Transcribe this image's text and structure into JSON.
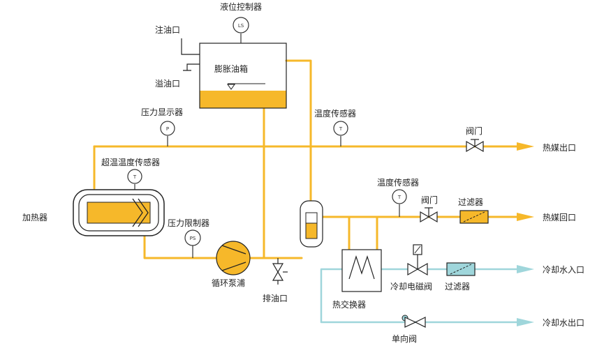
{
  "labels": {
    "level_controller": "液位控制器",
    "fill_port": "注油口",
    "overflow_port": "溢油口",
    "expansion_tank": "膨胀油箱",
    "pressure_display": "压力显示器",
    "temp_sensor_1": "温度传感器",
    "valve_1": "阀门",
    "hot_media_out": "热媒出口",
    "over_temp_sensor": "超温温度传感器",
    "temp_sensor_2": "温度传感器",
    "heater": "加热器",
    "valve_2": "阀门",
    "filter_1": "过滤器",
    "hot_media_return": "热媒回口",
    "pressure_limiter": "压力限制器",
    "circulation_pump": "循环泵浦",
    "drain_port": "排油口",
    "cooling_solenoid": "冷却电磁阀",
    "filter_2": "过滤器",
    "cooling_water_in": "冷却水入口",
    "heat_exchanger": "热交换器",
    "check_valve": "单向阀",
    "cooling_water_out": "冷却水出口"
  },
  "instruments": {
    "ls": "LS",
    "p": "P",
    "t": "T",
    "ps": "PS"
  },
  "colors": {
    "oil": "#f6b82a",
    "water": "#9fd6db",
    "line": "#222222"
  }
}
